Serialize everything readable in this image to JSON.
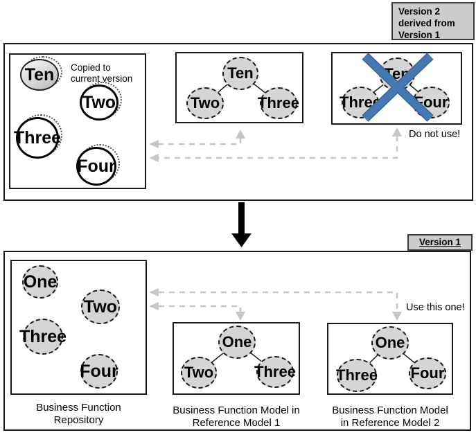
{
  "colors": {
    "node_fill": "#d5d5d5",
    "node_border": "#1a1a1a",
    "cross_blue": "#4679b2",
    "arrow_gray": "#c6c6c6",
    "label_bg": "#cccccc",
    "big_arrow": "#000000"
  },
  "top_panel": {
    "version_label": "Version 2\nderived from\nVersion 1",
    "repository": {
      "note": "Copied to\ncurrent version",
      "nodes": {
        "n1": "Ten",
        "n2": "Two",
        "n3": "Three",
        "n4": "Four"
      }
    },
    "model1": {
      "nodes": {
        "root": "Ten",
        "left": "Two",
        "right": "Three"
      }
    },
    "model2": {
      "nodes": {
        "root": "Ten",
        "left": "Three",
        "right": "Four"
      },
      "warning": "Do not use!"
    }
  },
  "bottom_panel": {
    "version_label": "Version 1",
    "repository": {
      "nodes": {
        "n1": "One",
        "n2": "Two",
        "n3": "Three",
        "n4": "Four"
      },
      "caption": "Business Function\nRepository"
    },
    "model1": {
      "nodes": {
        "root": "One",
        "left": "Two",
        "right": "Three"
      },
      "caption": "Business Function Model in\nReference Model 1"
    },
    "model2": {
      "nodes": {
        "root": "One",
        "left": "Three",
        "right": "Four"
      },
      "caption": "Business Function Model\nin Reference Model 2",
      "note": "Use this one!"
    }
  }
}
